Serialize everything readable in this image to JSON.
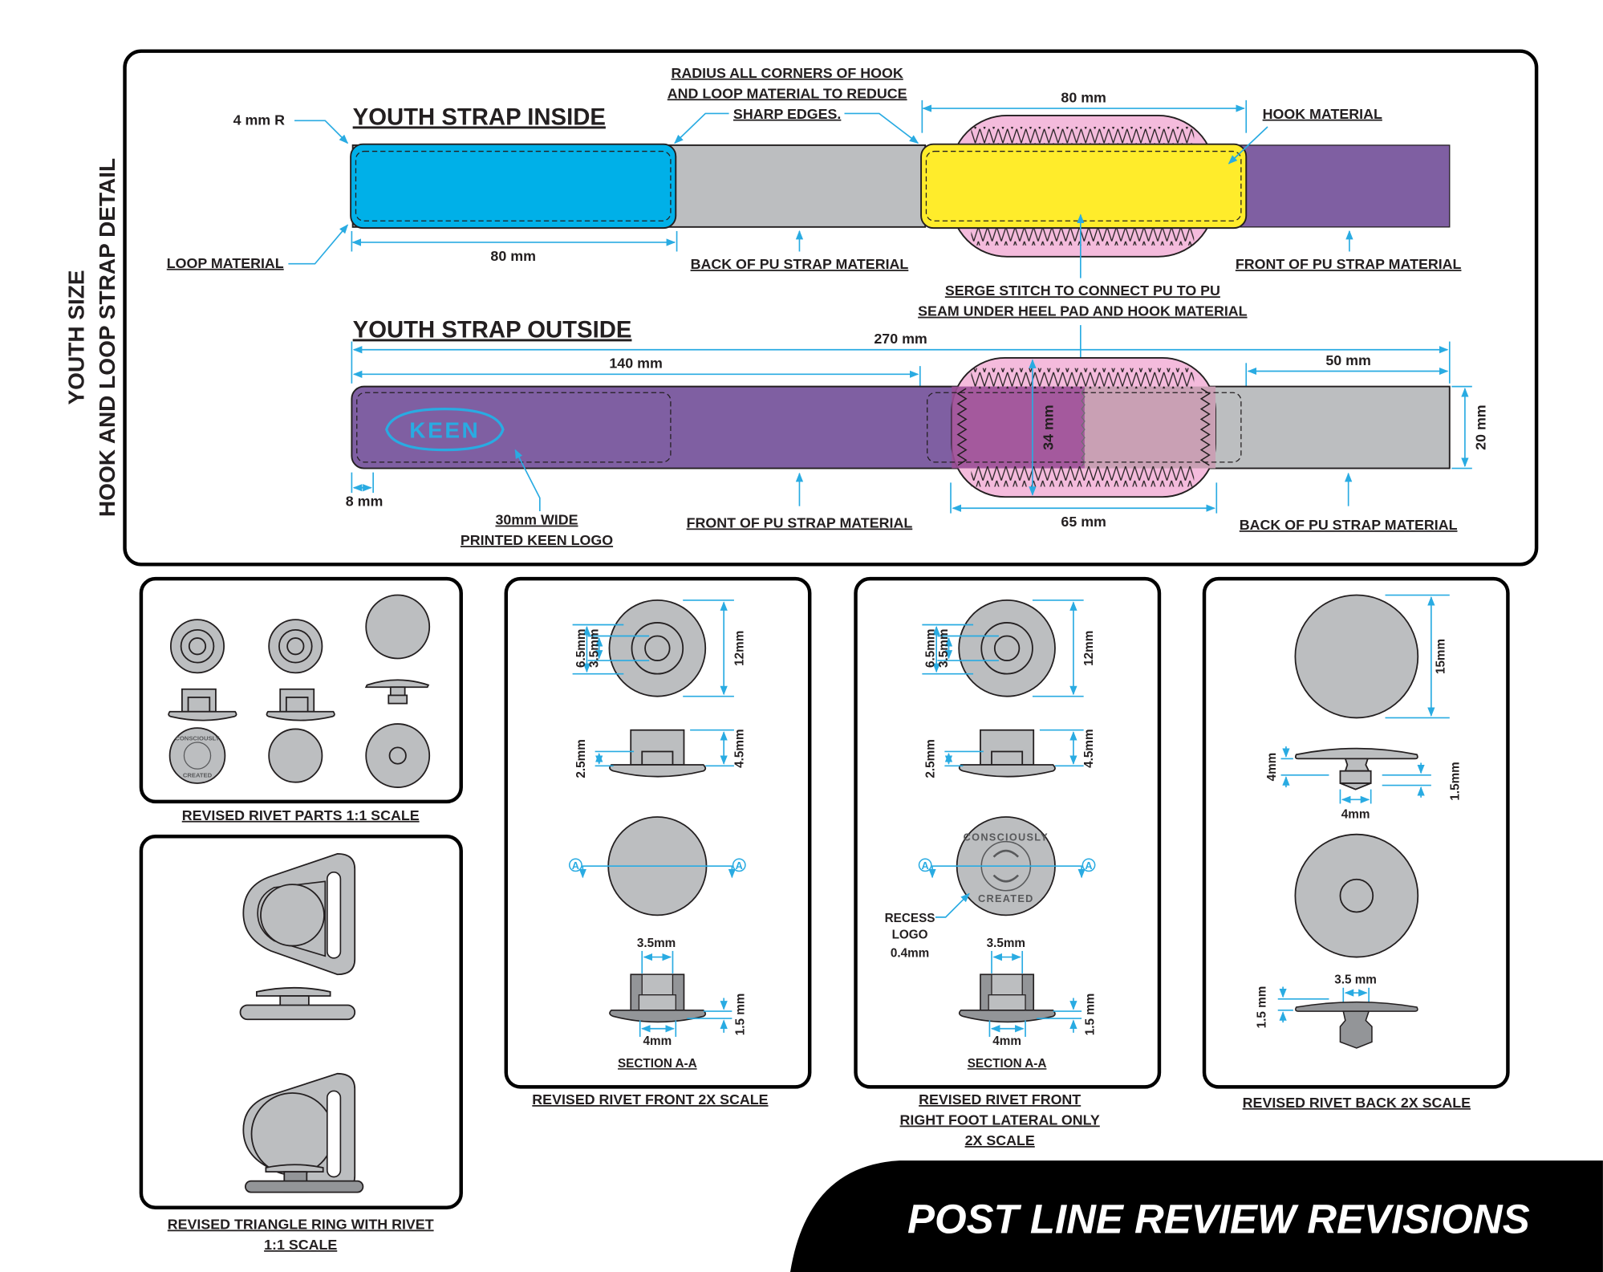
{
  "side_title": {
    "line1": "YOUTH SIZE",
    "line2": "HOOK AND LOOP STRAP DETAIL"
  },
  "strap_inside": {
    "title": "YOUTH STRAP INSIDE",
    "radius_label": "4 mm R",
    "loop_material_label": "LOOP MATERIAL",
    "loop_width": "80 mm",
    "radius_note": [
      "RADIUS ALL CORNERS OF HOOK",
      "AND LOOP MATERIAL TO REDUCE",
      "SHARP EDGES."
    ],
    "hook_width": "80 mm",
    "hook_material_label": "HOOK MATERIAL",
    "back_pu_label": "BACK OF PU STRAP MATERIAL",
    "front_pu_label": "FRONT OF PU STRAP MATERIAL",
    "serge_note": [
      "SERGE STITCH TO CONNECT PU TO PU",
      "SEAM UNDER HEEL PAD AND HOOK MATERIAL"
    ],
    "colors": {
      "loop": "#00b0e8",
      "back_pu": "#bcbec0",
      "hook": "#ffec2b",
      "front_pu": "#7f5fa2",
      "heel_pad": "#f4bbdc"
    }
  },
  "strap_outside": {
    "title": "YOUTH STRAP OUTSIDE",
    "total_length": "270 mm",
    "logo_section": "140 mm",
    "end_section": "50 mm",
    "edge_offset": "8 mm",
    "pad_height": "34 mm",
    "pad_width": "65 mm",
    "strap_height": "20 mm",
    "logo_text": "KEEN",
    "logo_note": [
      "30mm WIDE",
      "PRINTED KEEN LOGO"
    ],
    "front_pu_label": "FRONT OF PU STRAP MATERIAL",
    "back_pu_label": "BACK OF PU STRAP MATERIAL"
  },
  "rivet_parts": {
    "caption": "REVISED RIVET PARTS 1:1 SCALE",
    "logo_top": "CONSCIOUSLY",
    "logo_bottom": "CREATED"
  },
  "triangle_ring": {
    "caption": [
      "REVISED TRIANGLE RING WITH RIVET",
      "1:1 SCALE"
    ]
  },
  "rivet_front": {
    "outer_dia": "12mm",
    "mid_dia": "6.5mm",
    "inner_dia": "3.5mm",
    "height": "4.5mm",
    "inner_height": "2.5mm",
    "section_marker": "A",
    "section_top_width": "3.5mm",
    "section_bottom_width": "4mm",
    "section_flange": "1.5 mm",
    "section_label": "SECTION A-A",
    "caption": "REVISED RIVET FRONT 2X SCALE"
  },
  "rivet_front_lateral": {
    "outer_dia": "12mm",
    "mid_dia": "6.5mm",
    "inner_dia": "3.5mm",
    "height": "4.5mm",
    "inner_height": "2.5mm",
    "section_marker": "A",
    "recess_note": [
      "RECESS",
      "LOGO",
      "0.4mm"
    ],
    "section_top_width": "3.5mm",
    "section_bottom_width": "4mm",
    "section_flange": "1.5 mm",
    "section_label": "SECTION A-A",
    "caption": [
      "REVISED RIVET FRONT",
      "RIGHT FOOT LATERAL ONLY",
      "2X SCALE"
    ]
  },
  "rivet_back": {
    "head_dia": "15mm",
    "stem_height": "4mm",
    "stem_width": "4mm",
    "tip_height": "1.5mm",
    "section_width": "3.5 mm",
    "section_flange": "1.5 mm",
    "caption": "REVISED RIVET BACK 2X SCALE"
  },
  "banner": {
    "title": "POST LINE REVIEW REVISIONS"
  }
}
